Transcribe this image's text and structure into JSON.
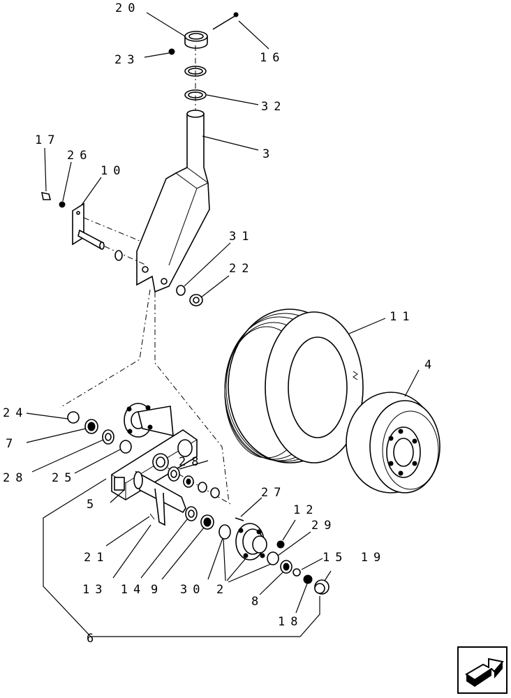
{
  "labels": {
    "p20": "20",
    "p23": "23",
    "p16": "16",
    "p32": "32",
    "p3": "3",
    "p17": "17",
    "p26": "26",
    "p10": "10",
    "p31": "31",
    "p22": "22",
    "p11": "11",
    "p4": "4",
    "p24": "24",
    "p7": "7",
    "p28a": "28",
    "p25": "25",
    "p28b": "28",
    "p27": "27",
    "p12": "12",
    "p29": "29",
    "p5": "5",
    "p21": "21",
    "p1314": "13 14",
    "p9": "9",
    "p30": "30",
    "p2": "2",
    "p1519": "15 19",
    "p8": "8",
    "p18": "18",
    "p6": "6"
  },
  "nav": {
    "icon": "next-page-arrow-icon"
  }
}
